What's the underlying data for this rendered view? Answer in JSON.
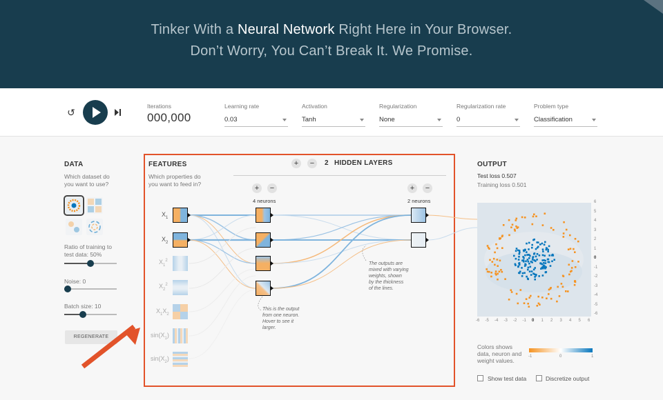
{
  "hero": {
    "line1_pre": "Tinker With a ",
    "line1_bold": "Neural Network",
    "line1_post": " Right Here in Your Browser.",
    "line2": "Don’t Worry, You Can’t Break It. We Promise."
  },
  "controls": {
    "iterations_label": "Iterations",
    "iterations_value": "000,000",
    "learning_rate_label": "Learning rate",
    "learning_rate_value": "0.03",
    "activation_label": "Activation",
    "activation_value": "Tanh",
    "regularization_label": "Regularization",
    "regularization_value": "None",
    "regularization_rate_label": "Regularization rate",
    "regularization_rate_value": "0",
    "problem_type_label": "Problem type",
    "problem_type_value": "Classification",
    "reset_icon": "↺"
  },
  "data_panel": {
    "title": "DATA",
    "question_line1": "Which dataset do",
    "question_line2": "you want to use?",
    "ratio_line1": "Ratio of training to",
    "ratio_line2": "test data:  50%",
    "ratio_value": 0.5,
    "noise_label": "Noise:  0",
    "noise_value": 0,
    "batch_label": "Batch size:  10",
    "batch_value": 0.33,
    "regenerate_label": "REGENERATE"
  },
  "features_panel": {
    "title": "FEATURES",
    "question_line1": "Which properties do",
    "question_line2": "you want to feed in?",
    "features": [
      {
        "label": "X",
        "sub": "1",
        "sup": ""
      },
      {
        "label": "X",
        "sub": "2",
        "sup": ""
      },
      {
        "label": "X",
        "sub": "1",
        "sup": "2"
      },
      {
        "label": "X",
        "sub": "2",
        "sup": "2"
      },
      {
        "label": "X",
        "sub": "1",
        "sup": "",
        "label2": "X",
        "sub2": "2"
      },
      {
        "label": "sin(X",
        "sub": "1",
        "sup": "",
        "close": ")"
      },
      {
        "label": "sin(X",
        "sub": "2",
        "sup": "",
        "close": ")"
      }
    ]
  },
  "network": {
    "plus": "+",
    "minus": "−",
    "hidden_layers_count": "2",
    "hidden_layers_label": "HIDDEN LAYERS",
    "layer1_caption": "4 neurons",
    "layer2_caption": "2 neurons",
    "note_neuron": [
      "This is the output",
      "from one neuron.",
      "Hover to see it",
      "larger."
    ],
    "note_weights": [
      "The outputs are",
      "mixed with varying",
      "weights, shown",
      "by the thickness",
      "of the lines."
    ]
  },
  "output_panel": {
    "title": "OUTPUT",
    "test_loss": "Test loss 0.507",
    "training_loss": "Training loss 0.501",
    "x_ticks": [
      "-6",
      "-5",
      "-4",
      "-3",
      "-2",
      "-1",
      "0",
      "1",
      "2",
      "3",
      "4",
      "5",
      "6"
    ],
    "y_ticks": [
      "6",
      "5",
      "4",
      "3",
      "2",
      "1",
      "0",
      "-1",
      "-2",
      "-3",
      "-4",
      "-5",
      "-6"
    ],
    "colors_line1": "Colors shows",
    "colors_line2": "data, neuron and",
    "colors_line3": "weight values.",
    "legend_left": "-1",
    "legend_mid": "0",
    "legend_right": "1",
    "show_test_label": "Show test data",
    "discretize_label": "Discretize output"
  },
  "colors": {
    "hero_bg": "#183d4e",
    "orange": "#f59322",
    "blue": "#0877bd",
    "highlight": "#e2532a"
  }
}
